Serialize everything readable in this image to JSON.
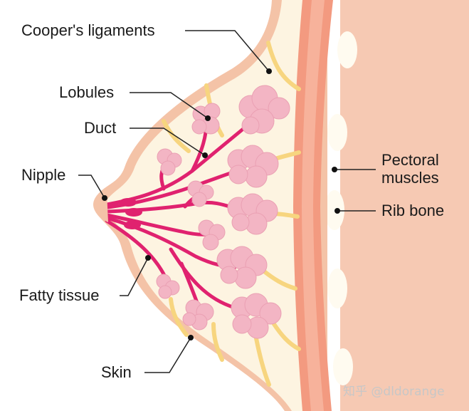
{
  "labels": {
    "coopers_ligaments": "Cooper's ligaments",
    "lobules": "Lobules",
    "duct": "Duct",
    "nipple": "Nipple",
    "pectoral_muscles_line1": "Pectoral",
    "pectoral_muscles_line2": "muscles",
    "rib_bone": "Rib bone",
    "fatty_tissue": "Fatty tissue",
    "skin": "Skin"
  },
  "watermark": "知乎 @dldorange",
  "colors": {
    "skin_outline": "#f4c3a7",
    "fatty_tissue": "#fdf4e1",
    "pectoral_muscle": "#f39a80",
    "rib_region": "#f6c9b3",
    "rib_bone": "#fffbf0",
    "ligament": "#f7d57f",
    "lobule": "#f3b5c4",
    "duct": "#e0226f",
    "leader_line": "#222222"
  }
}
